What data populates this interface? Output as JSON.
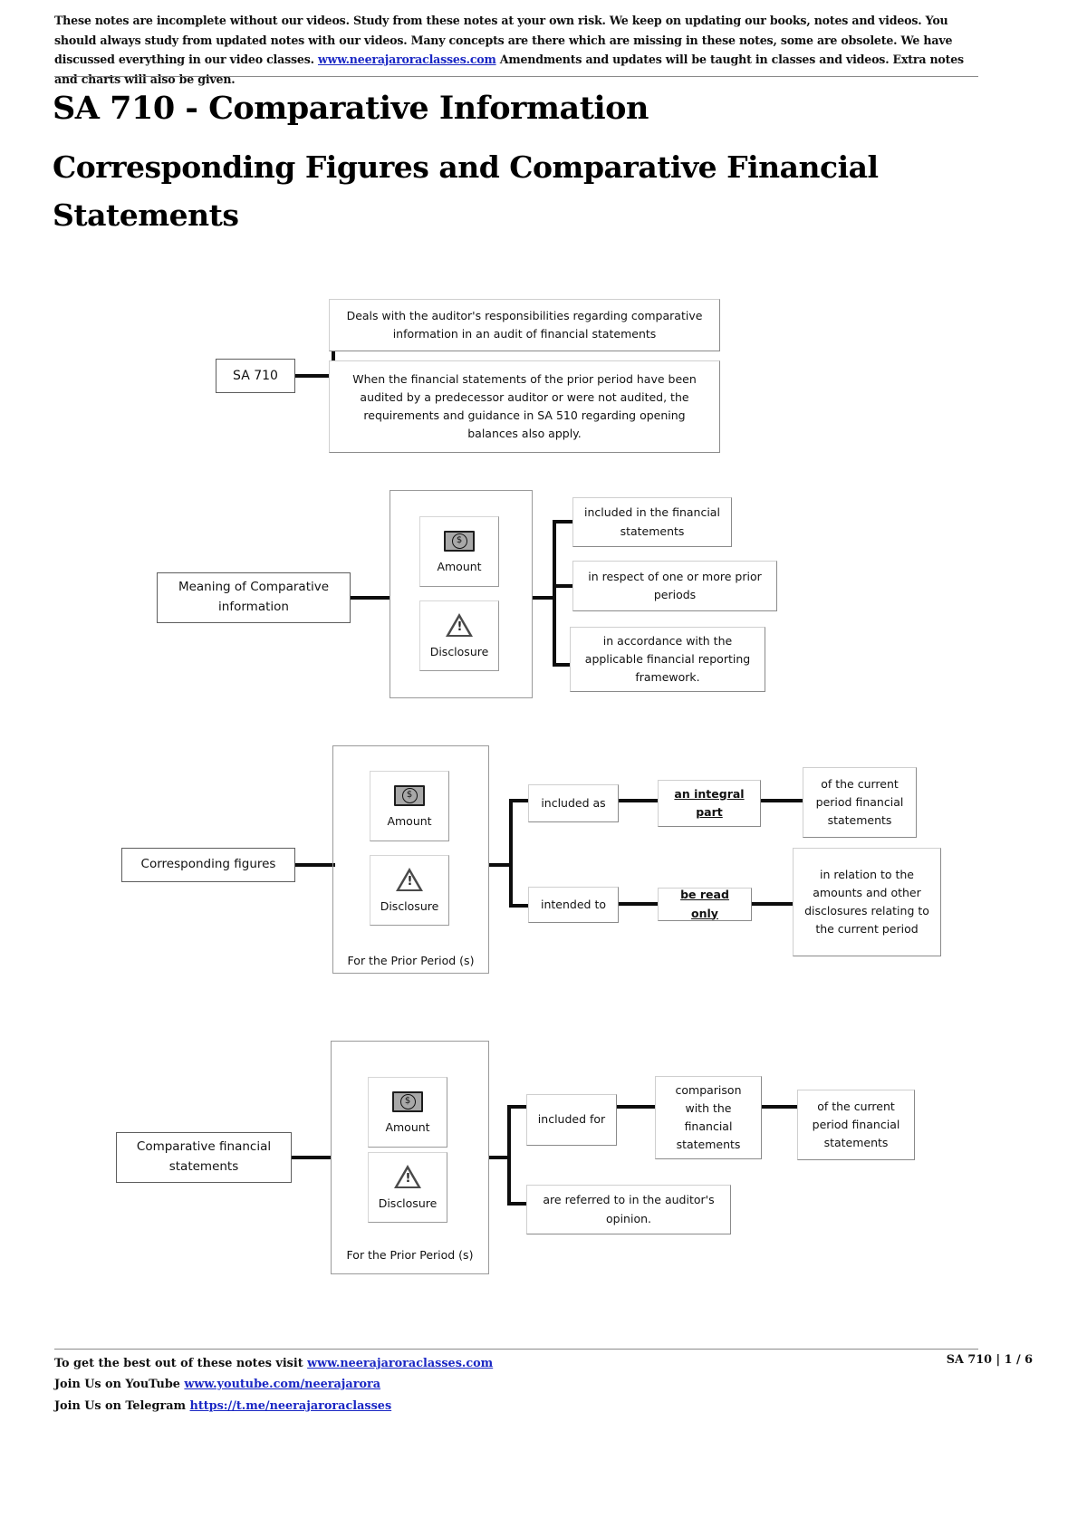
{
  "notice": {
    "text": "These notes are incomplete without our videos. Study from these notes at your own risk. We keep on updating our books, notes and videos. You should always study from updated notes with our videos. Many concepts are there which are missing in these notes, some are obsolete. We have discussed everything in our video classes.",
    "link": "www.neerajaroraclasses.com",
    "text_after": "Amendments and updates will be taught in classes and videos. Extra notes and charts will also be given."
  },
  "title": {
    "line1": "SA 710 - Comparative Information",
    "line2": "Corresponding Figures and Comparative Financial Statements"
  },
  "diagram1": {
    "root": "SA 710",
    "branch1": "Deals with the auditor's responsibilities regarding comparative information in an audit of financial statements",
    "branch2": "When the financial statements of the prior period have been audited by a predecessor auditor or were not audited, the requirements and guidance in SA 510 regarding opening balances also apply."
  },
  "diagram2": {
    "root": "Meaning of Comparative information",
    "icon_amount_label": "Amount",
    "icon_amount_name": "money-icon",
    "icon_disclosure_label": "Disclosure",
    "icon_disclosure_name": "warning-icon",
    "branch1": "included in the financial statements",
    "branch2": "in respect of one or more prior periods",
    "branch3": "in accordance with the applicable financial reporting framework."
  },
  "diagram3": {
    "root": "Corresponding figures",
    "icon_amount_label": "Amount",
    "icon_disclosure_label": "Disclosure",
    "group_caption": "For the Prior Period (s)",
    "row1_a": "included as",
    "row1_b": "an integral part",
    "row1_c": "of the current period financial statements",
    "row2_a": "intended to",
    "row2_b": "be read only",
    "row2_c": "in relation to the amounts and other disclosures relating to the current period"
  },
  "diagram4": {
    "root": "Comparative financial statements",
    "icon_amount_label": "Amount",
    "icon_disclosure_label": "Disclosure",
    "group_caption": "For the Prior Period (s)",
    "row1_a": "included for",
    "row1_b": "comparison with the financial statements",
    "row1_c": "of the current period financial statements",
    "row2_a": "are referred to in the auditor's opinion."
  },
  "footer": {
    "line1_text": "To get the best out of these notes visit ",
    "line1_link": "www.neerajaroraclasses.com",
    "line2_text": "Join Us on YouTube ",
    "line2_link": "www.youtube.com/neerajarora",
    "line3_text": "Join Us on Telegram ",
    "line3_link": "https://t.me/neerajaroraclasses",
    "page_label": "SA 710 | 1 / 6"
  },
  "colors": {
    "link": "#1a27c4",
    "connector": "#0d0d0d",
    "box_border": "#b9b9b9",
    "icon_fill": "#a8a8a8"
  }
}
